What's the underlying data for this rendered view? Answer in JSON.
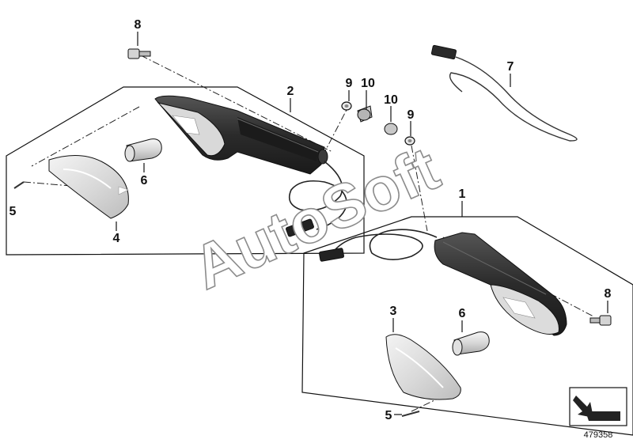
{
  "diagram": {
    "callouts": {
      "c1": "1",
      "c2": "2",
      "c3": "3",
      "c4": "4",
      "c5_left": "5",
      "c5_right": "5",
      "c6_left": "6",
      "c6_right": "6",
      "c7": "7",
      "c8_top": "8",
      "c8_right": "8",
      "c9_top": "9",
      "c9_mid": "9",
      "c10_top": "10",
      "c10_mid": "10"
    },
    "watermark": "AutoSoft",
    "diagram_id": "479358",
    "icons": [
      "navigation-arrow-icon"
    ],
    "colors": {
      "line": "#111111",
      "housing": "#2b2b2b",
      "lens": "#e4e4e4",
      "watermark_stroke": "#8c8c8c"
    }
  }
}
